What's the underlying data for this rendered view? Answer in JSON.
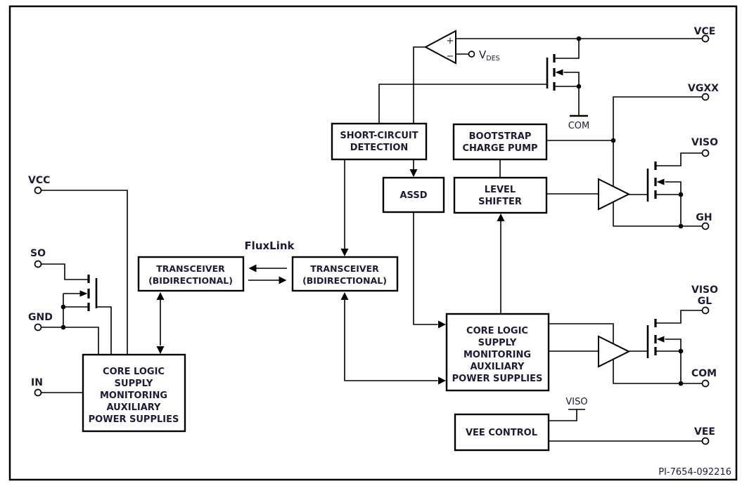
{
  "figure": {
    "code": "PI-7654-092216",
    "technology_label": "FluxLink"
  },
  "colors": {
    "wire": "#000000",
    "text": "#1b1b36",
    "background": "#ffffff"
  },
  "pins": {
    "vcc": "VCC",
    "so": "SO",
    "gnd": "GND",
    "in": "IN",
    "vce": "VCE",
    "vgxx": "VGXX",
    "viso_high": "VISO",
    "gh": "GH",
    "viso_low": "VISO",
    "gl": "GL",
    "com_low": "COM",
    "vee": "VEE"
  },
  "nets": {
    "com_ground": "COM",
    "viso_tap": "VISO"
  },
  "comparator": {
    "plus": "+",
    "minus": "−",
    "ref_main": "V",
    "ref_sub": "DES"
  },
  "blocks": {
    "core_left": {
      "lines": [
        "CORE LOGIC",
        "SUPPLY",
        "MONITORING",
        "AUXILIARY",
        "POWER SUPPLIES"
      ]
    },
    "transceiver_left": {
      "lines": [
        "TRANSCEIVER",
        "(BIDIRECTIONAL)"
      ]
    },
    "transceiver_right": {
      "lines": [
        "TRANSCEIVER",
        "(BIDIRECTIONAL)"
      ]
    },
    "short_circuit_detection": {
      "lines": [
        "SHORT-CIRCUIT",
        "DETECTION"
      ]
    },
    "assd": {
      "lines": [
        "ASSD"
      ]
    },
    "bootstrap": {
      "lines": [
        "BOOTSTRAP",
        "CHARGE PUMP"
      ]
    },
    "level_shifter": {
      "lines": [
        "LEVEL",
        "SHIFTER"
      ]
    },
    "core_right": {
      "lines": [
        "CORE LOGIC",
        "SUPPLY",
        "MONITORING",
        "AUXILIARY",
        "POWER SUPPLIES"
      ]
    },
    "vee_control": {
      "lines": [
        "VEE CONTROL"
      ]
    }
  }
}
